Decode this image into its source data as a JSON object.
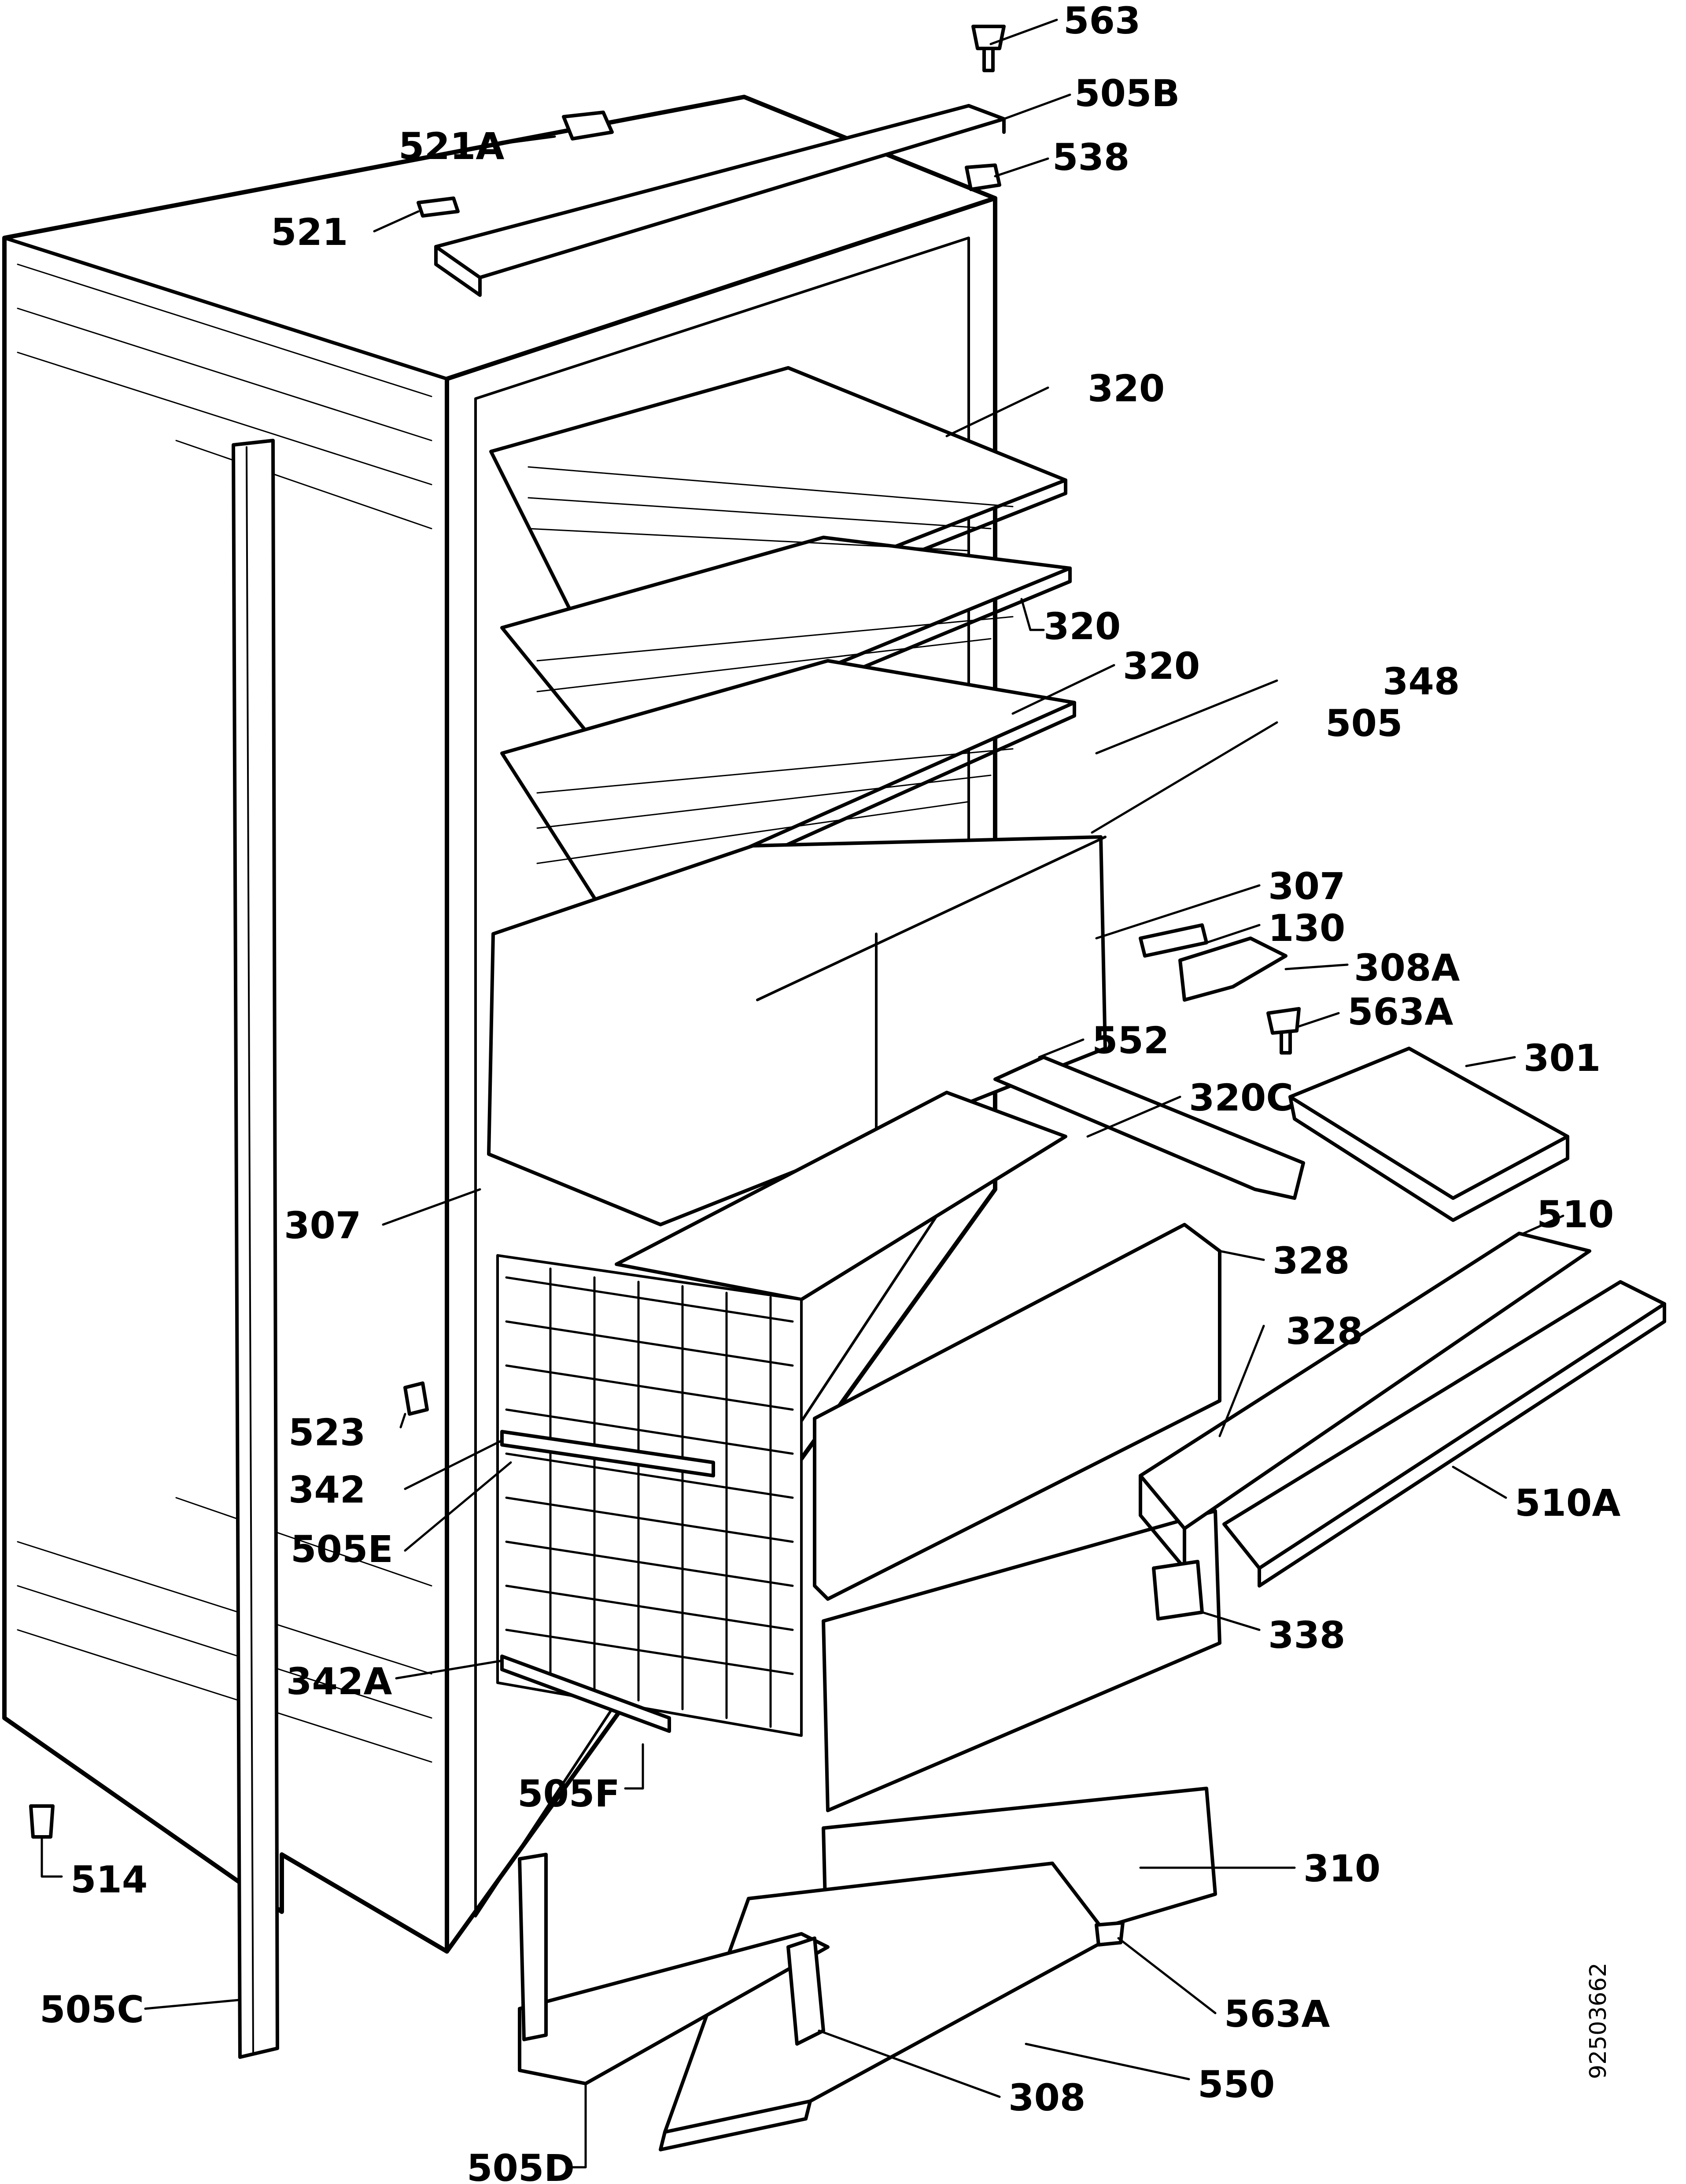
{
  "diagram": {
    "document_number": "92503662",
    "callouts": {
      "c563_top": "563",
      "c505b": "505B",
      "c521a": "521A",
      "c538": "538",
      "c521": "521",
      "c320_top": "320",
      "c320_mid": "320",
      "c320_low": "320",
      "c348": "348",
      "c505": "505",
      "c307_right": "307",
      "c130": "130",
      "c308a": "308A",
      "c563a_right": "563A",
      "c552": "552",
      "c301": "301",
      "c320c": "320C",
      "c307_left": "307",
      "c510": "510",
      "c328_top": "328",
      "c328_mid": "328",
      "c523": "523",
      "c342": "342",
      "c505e": "505E",
      "c510a": "510A",
      "c338": "338",
      "c342a": "342A",
      "c505f": "505F",
      "c514": "514",
      "c310": "310",
      "c505c": "505C",
      "c563a_bottom": "563A",
      "c308": "308",
      "c550": "550",
      "c505d": "505D"
    }
  }
}
